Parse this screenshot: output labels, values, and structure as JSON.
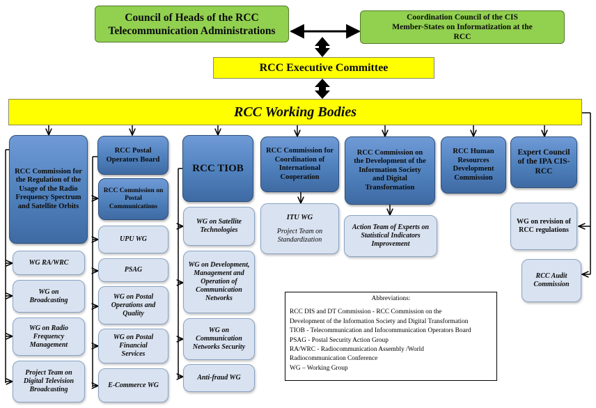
{
  "council_heads": "Council of Heads of the RCC Telecommunication Administrations",
  "coordination_council": "Coordination Council of the CIS Member-States on Informatization at the RCC",
  "executive_committee": "RCC Executive Committee",
  "working_bodies": "RCC Working Bodies",
  "columns": {
    "rf": {
      "title": "RCC Commission for the Regulation of the Usage of the Radio Frequency Spectrum and Satellite Orbits",
      "groups": [
        "WG RA/WRC",
        "WG on Broadcasting",
        "WG on Radio Frequency Management",
        "Project Team on Digital Television Broadcasting"
      ]
    },
    "postal": {
      "title": "RCC Postal Operators Board",
      "commission": "RCC Commission on Postal Communications",
      "groups": [
        "UPU WG",
        "PSAG",
        "WG on Postal Operations and Quality",
        "WG on Postal Financial Services",
        "E-Commerce WG"
      ]
    },
    "tiob": {
      "title": "RCC TIOB",
      "groups": [
        "WG on Satellite Technologies",
        "WG on Development, Management and Operation of Communication Networks",
        "WG on Communication Networks Security",
        "Anti-fraud WG"
      ]
    },
    "intl": {
      "title": "RCC Commission for Coordination of International Cooperation",
      "group_title": "ITU WG",
      "group_sub": "Project Team on Standardization"
    },
    "dev": {
      "title": "RCC Commission on the Development of the Information Society and Digital Transformation",
      "group": "Action Team of Experts on Statistical Indicators Improvement"
    },
    "hr": {
      "title": "RCC Human Resources Development Commission"
    },
    "ipa": {
      "title": "Expert Council of the IPA CIS-RCC"
    },
    "side": [
      "WG on revision of RCC regulations",
      "RCC Audit Commission"
    ]
  },
  "abbreviations": {
    "title": "Abbreviations:",
    "lines": [
      "RCC DIS and DT Commission - RCC Commission on the",
      "Development of the Information Society and Digital Transformation",
      "TIOB - Telecommunication and Infocommunication Operators Board",
      "PSAG - Postal Security Action Group",
      "RA/WRC - Radiocommunication Assembly /World",
      "Radiocommunication Conference",
      "WG – Working Group"
    ]
  }
}
